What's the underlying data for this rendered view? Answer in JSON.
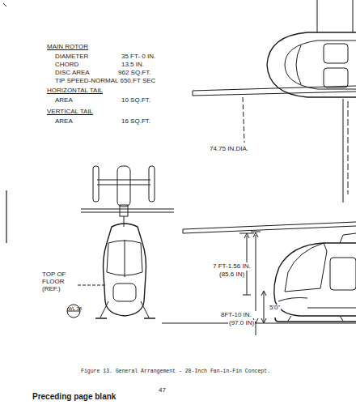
{
  "diagram": {
    "caption": "Figure 13. General Arrangement - 28-Inch Fan-in-Fin Concept.",
    "labels": [
      "MAIN ROTOR",
      "DIAMETER",
      "35 FT- 0 IN.",
      "CHORD",
      "13.5 IN.",
      "DISC AREA",
      "962 SQ.FT.",
      "TIP SPEED-NORMAL 650.FT SEC",
      "HORIZONTAL TAIL",
      "AREA",
      "10 SQ.FT.",
      "VERTICAL TAIL",
      "AREA",
      "16 SQ.FT.",
      "74.75 IN.DIA.",
      "TOP OF FLOOR (REF.)",
      "WL 38",
      "7 FT-1.56 IN.",
      "(85.6 IN)",
      "8FT-10 IN.",
      "(97.0 IN)",
      "5'0\"",
      "Preceding page blank",
      "47"
    ]
  }
}
